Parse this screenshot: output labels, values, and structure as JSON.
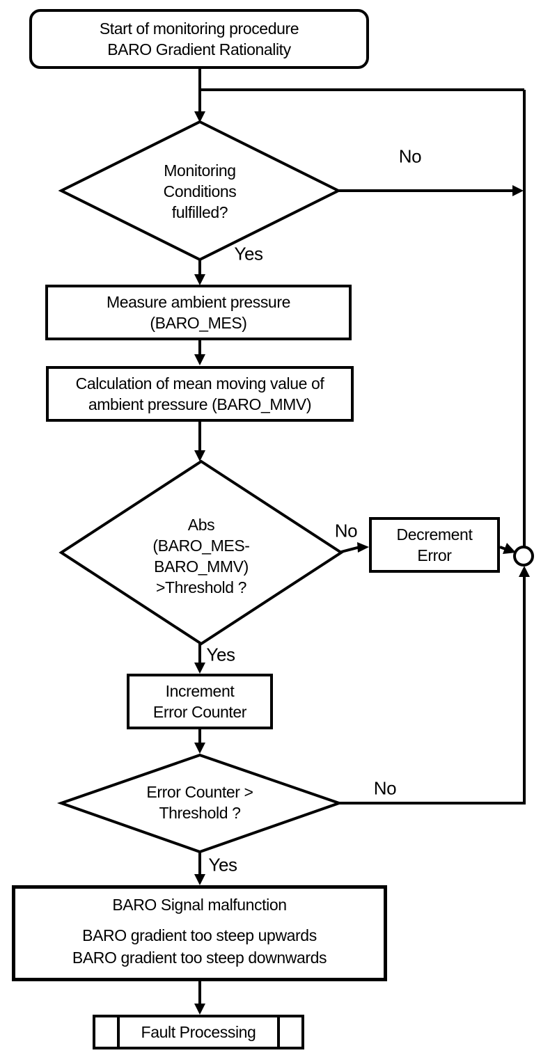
{
  "nodes": {
    "start": {
      "text": "Start of monitoring procedure\nBARO Gradient Rationality"
    },
    "decision_monitoring": {
      "text": "Monitoring\nConditions\nfulfilled?"
    },
    "process_measure": {
      "text": "Measure ambient pressure\n(BARO_MES)"
    },
    "process_calculation": {
      "text": "Calculation of mean moving value of\nambient pressure (BARO_MMV)"
    },
    "decision_abs": {
      "text": "Abs\n(BARO_MES-\nBARO_MMV)\n>Threshold ?"
    },
    "process_decrement": {
      "text": "Decrement\nError"
    },
    "process_increment": {
      "text": "Increment\nError Counter"
    },
    "decision_error_counter": {
      "text": "Error Counter >\nThreshold ?"
    },
    "malfunction": {
      "line1": "BARO Signal malfunction",
      "line2": "BARO gradient too steep upwards",
      "line3": "BARO gradient too steep downwards"
    },
    "fault_processing": {
      "text": "Fault Processing"
    }
  },
  "labels": {
    "monitoring_no": "No",
    "monitoring_yes": "Yes",
    "abs_no": "No",
    "abs_yes": "Yes",
    "counter_no": "No",
    "counter_yes": "Yes"
  },
  "colors": {
    "line": "#000000",
    "background": "#ffffff",
    "text": "#000000"
  }
}
